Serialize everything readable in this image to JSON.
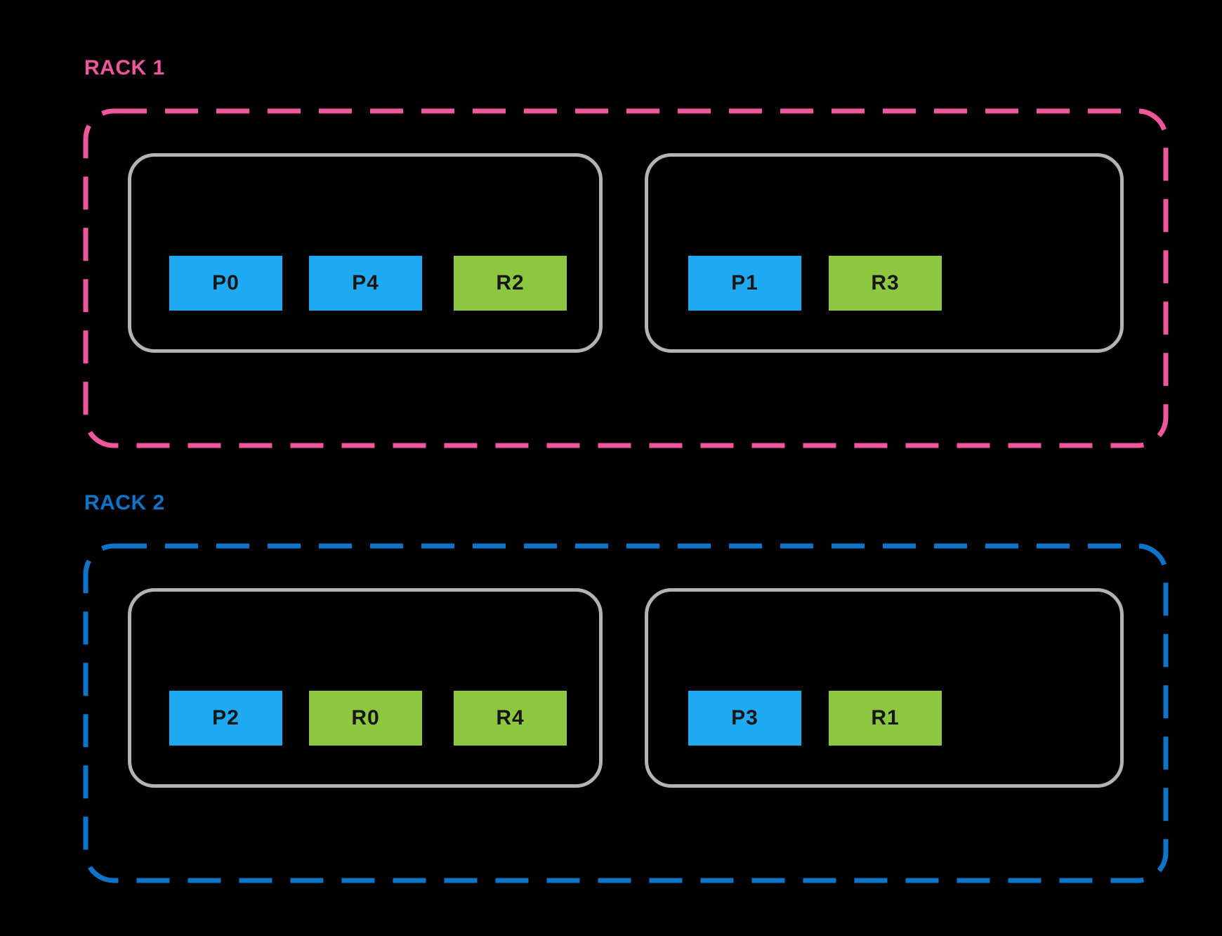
{
  "racks": [
    {
      "label": "RACK 1",
      "color": "#F0569B",
      "nodes": [
        {
          "boxes": [
            {
              "label": "P0",
              "type": "primary"
            },
            {
              "label": "P4",
              "type": "primary"
            },
            {
              "label": "R2",
              "type": "replica"
            }
          ]
        },
        {
          "boxes": [
            {
              "label": "P1",
              "type": "primary"
            },
            {
              "label": "R3",
              "type": "replica"
            }
          ]
        }
      ]
    },
    {
      "label": "RACK 2",
      "color": "#0E74C8",
      "nodes": [
        {
          "boxes": [
            {
              "label": "P2",
              "type": "primary"
            },
            {
              "label": "R0",
              "type": "replica"
            },
            {
              "label": "R4",
              "type": "replica"
            }
          ]
        },
        {
          "boxes": [
            {
              "label": "P3",
              "type": "primary"
            },
            {
              "label": "R1",
              "type": "replica"
            }
          ]
        }
      ]
    }
  ],
  "colors": {
    "background": "#000000",
    "primary_box": "#1FA9F1",
    "replica_box": "#8DC63F",
    "node_border": "#B3B3B3",
    "box_text": "#161616"
  }
}
